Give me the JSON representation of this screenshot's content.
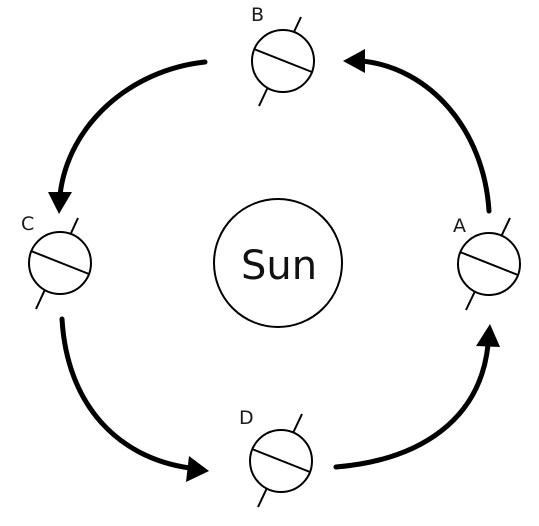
{
  "sun": {
    "label": "Sun"
  },
  "positions": [
    {
      "id": "A",
      "label": "A"
    },
    {
      "id": "B",
      "label": "B"
    },
    {
      "id": "C",
      "label": "C"
    },
    {
      "id": "D",
      "label": "D"
    }
  ],
  "colors": {
    "stroke": "#000000",
    "background": "#ffffff"
  }
}
